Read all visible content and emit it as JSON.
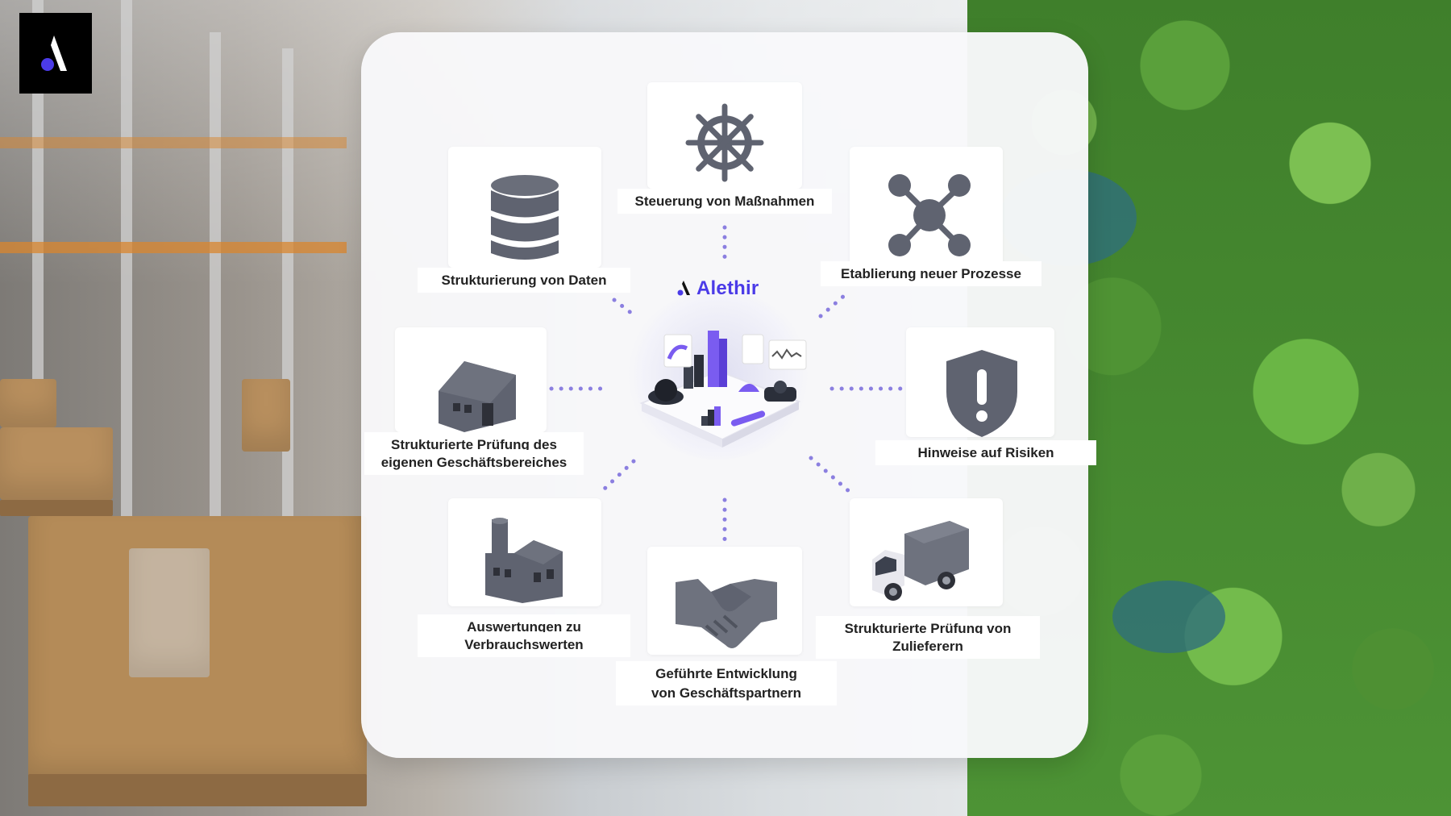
{
  "brand": {
    "name": "Alethir",
    "accent_color": "#4b3be8"
  },
  "center": {
    "label": "Alethir",
    "icon": "analytics-dashboard-illustration"
  },
  "nodes": {
    "control": {
      "label": "Steuerung von Maßnahmen",
      "icon": "ship-wheel-icon"
    },
    "data": {
      "label": "Strukturierung von Daten",
      "icon": "database-icon"
    },
    "processes": {
      "label": "Etablierung neuer Prozesse",
      "icon": "network-nodes-icon"
    },
    "own_business_1": {
      "label": "Strukturierte Prüfung des"
    },
    "own_business_2": {
      "label": "eigenen Geschäftsbereiches",
      "icon": "house-icon"
    },
    "risks": {
      "label": "Hinweise auf Risiken",
      "icon": "shield-exclamation-icon"
    },
    "consumption_1": {
      "label": "Auswertungen zu"
    },
    "consumption_2": {
      "label": "Verbrauchswerten",
      "icon": "factory-icon"
    },
    "partners_1": {
      "label": "Geführte Entwicklung"
    },
    "partners_2": {
      "label": "von Geschäftspartnern",
      "icon": "handshake-icon"
    },
    "suppliers_1": {
      "label": "Strukturierte Prüfung von"
    },
    "suppliers_2": {
      "label": "Zulieferern",
      "icon": "truck-icon"
    }
  },
  "colors": {
    "icon_gray": "#5f6370",
    "dot_purple": "#8b7fe0"
  }
}
